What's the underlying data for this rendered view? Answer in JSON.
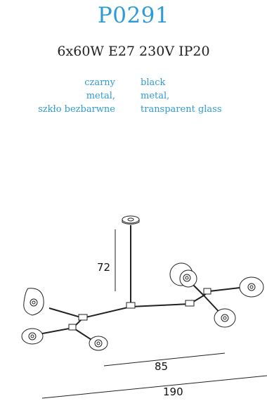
{
  "product": {
    "code": "P0291",
    "spec": "6x60W E27 230V  IP20"
  },
  "materials": {
    "pl": [
      "czarny",
      "metal,",
      "szkło bezbarwne"
    ],
    "en": [
      "black",
      "metal,",
      "transparent glass"
    ]
  },
  "dimensions": {
    "height": "72",
    "width_short": "85",
    "width_long": "190"
  },
  "colors": {
    "accent": "#2f9bd6",
    "line": "#222222"
  }
}
